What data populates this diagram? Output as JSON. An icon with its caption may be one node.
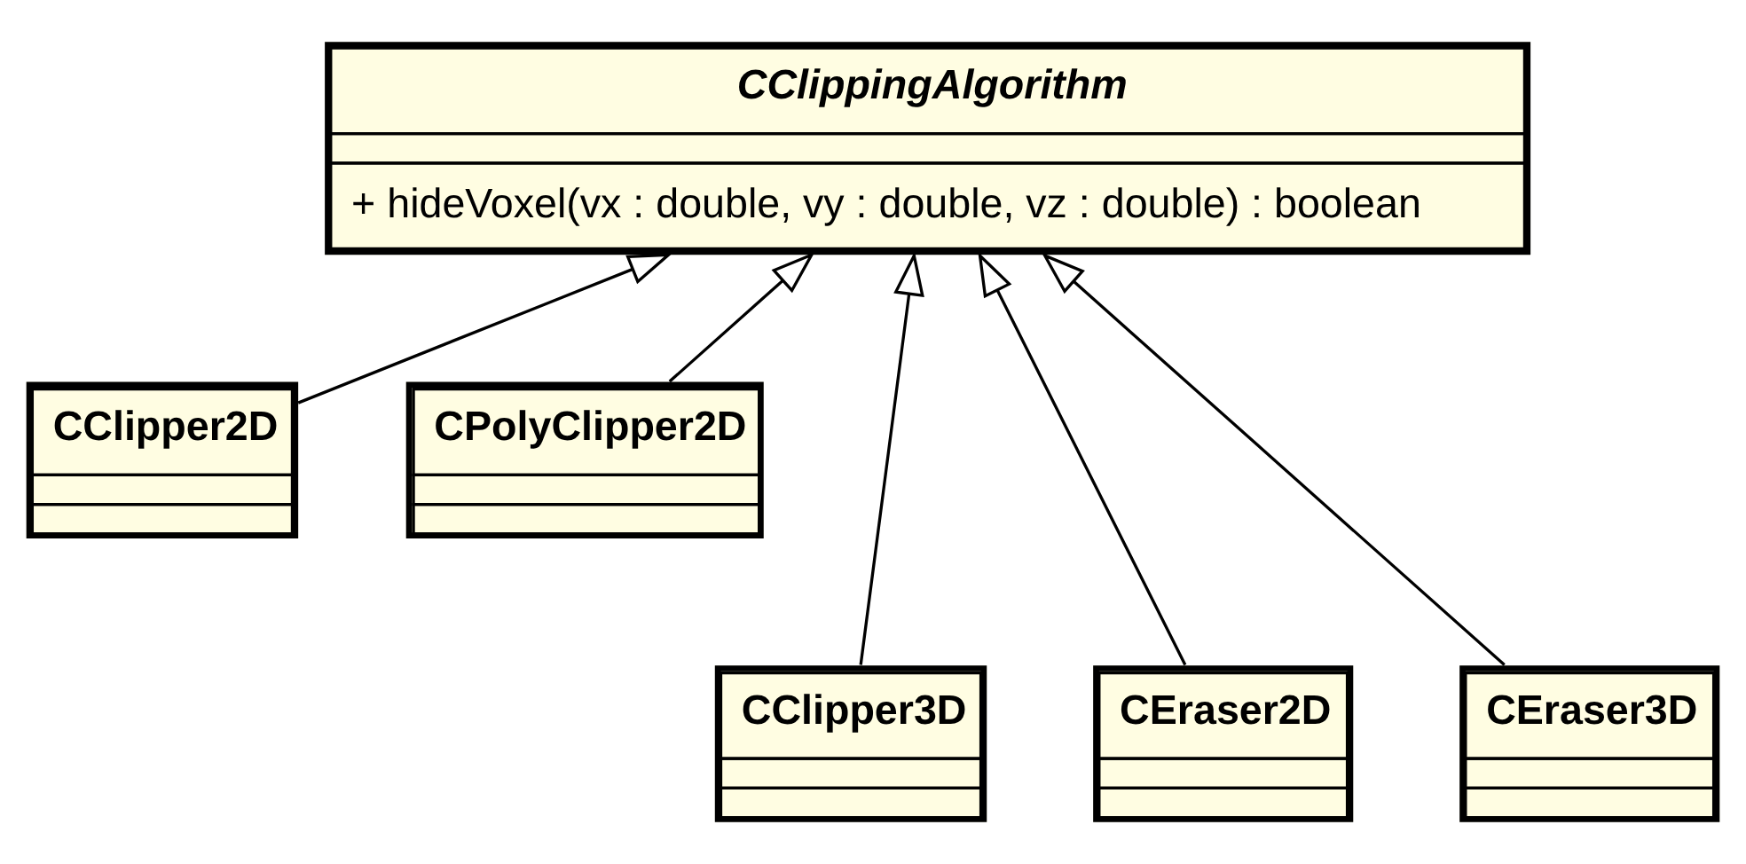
{
  "diagram": {
    "nodes": [
      {
        "text": [
          "CClippingAlgorithm",
          "+ hideVoxel(vx : double, vy : double, vz : double) : boolean"
        ]
      },
      {
        "text": [
          "CClipper2D"
        ]
      },
      {
        "text": [
          "CPolyClipper2D"
        ]
      },
      {
        "text": [
          "CClipper3D"
        ]
      },
      {
        "text": [
          "CEraser2D"
        ]
      },
      {
        "text": [
          "CEraser3D"
        ]
      }
    ],
    "edges": [
      {
        "from": 1,
        "to": 0,
        "arrow": "to"
      },
      {
        "from": 2,
        "to": 0,
        "arrow": "to"
      },
      {
        "from": 3,
        "to": 0,
        "arrow": "to"
      },
      {
        "from": 4,
        "to": 0,
        "arrow": "to"
      },
      {
        "from": 5,
        "to": 0,
        "arrow": "to"
      }
    ]
  }
}
